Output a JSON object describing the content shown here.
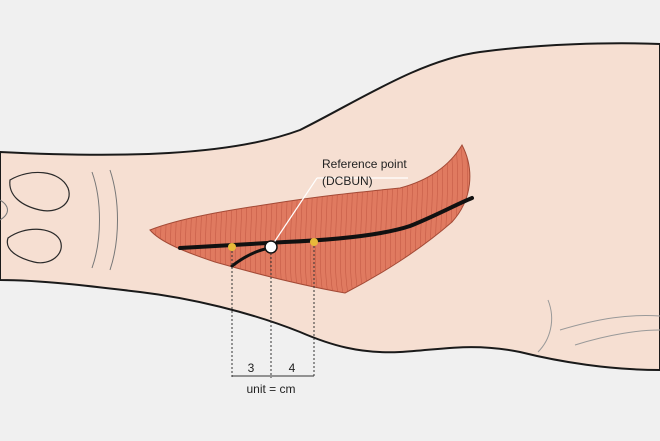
{
  "annotation": {
    "title_line1": "Reference point",
    "title_line2": "(DCBUN)"
  },
  "measurements": {
    "segment_left": "3",
    "segment_right": "4",
    "unit_label": "unit = cm"
  },
  "colors": {
    "background": "#f0f0f0",
    "skin": "#f6dfd2",
    "muscle": "#e07a60",
    "muscle_fibers": "#b94f3c",
    "outline": "#1a1a1a",
    "nerve": "#111111",
    "point_marker": "#e8b93a",
    "reference_marker": "#ffffff"
  }
}
